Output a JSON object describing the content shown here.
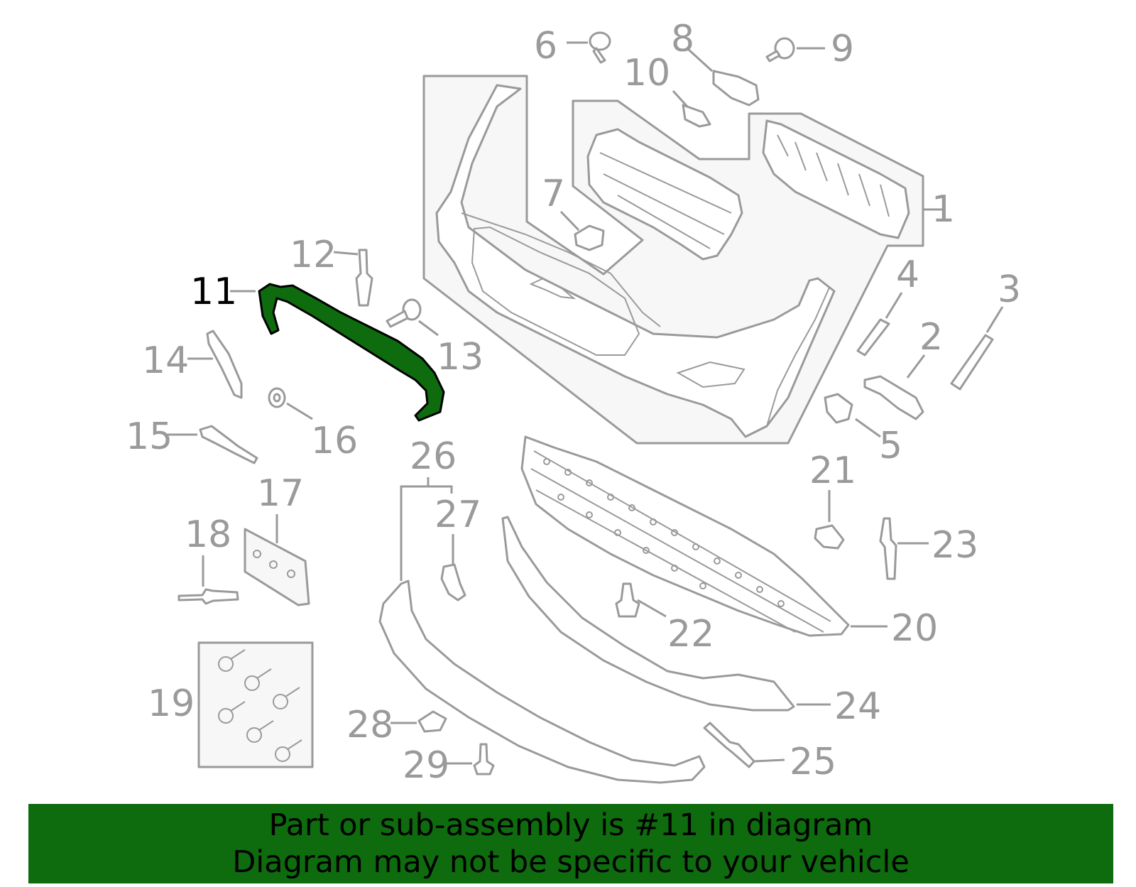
{
  "highlight_color": "#0e6b0e",
  "line_color": "#9a9a9a",
  "callouts": {
    "c1": "1",
    "c2": "2",
    "c3": "3",
    "c4": "4",
    "c5": "5",
    "c6": "6",
    "c7": "7",
    "c8": "8",
    "c9": "9",
    "c10": "10",
    "c11": "11",
    "c12": "12",
    "c13": "13",
    "c14": "14",
    "c15": "15",
    "c16": "16",
    "c17": "17",
    "c18": "18",
    "c19": "19",
    "c20": "20",
    "c21": "21",
    "c22": "22",
    "c23": "23",
    "c24": "24",
    "c25": "25",
    "c26": "26",
    "c27": "27",
    "c28": "28",
    "c29": "29"
  },
  "banner": {
    "line1": "Part or sub-assembly is #11 in diagram",
    "line2": "Diagram may not be specific to your vehicle"
  }
}
